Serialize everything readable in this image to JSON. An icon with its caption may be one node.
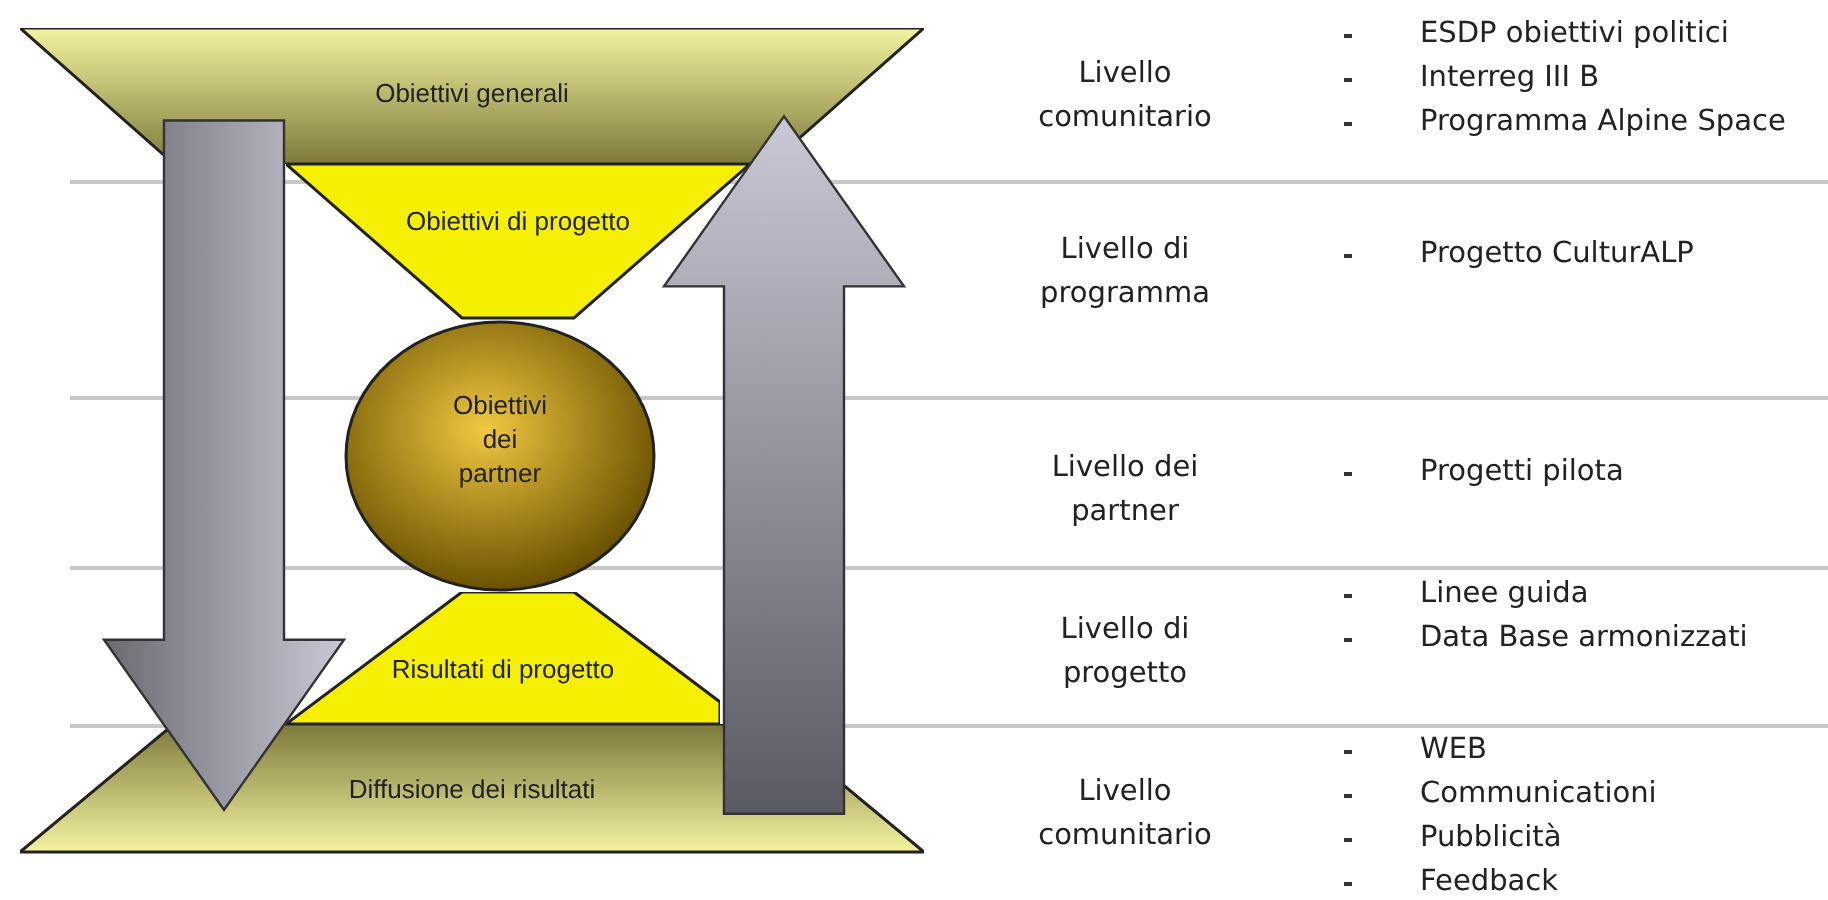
{
  "diagram": {
    "nodes": [
      {
        "text": [
          "Obiettivi generali"
        ]
      },
      {
        "text": [
          "Obiettivi di progetto"
        ]
      },
      {
        "text": [
          "Obiettivi dei partner"
        ]
      },
      {
        "text": [
          "Risultati di progetto"
        ]
      },
      {
        "text": [
          "Diffusione dei risultati"
        ]
      }
    ],
    "edges": [
      {
        "from": 0,
        "to": 4,
        "arrow": "to"
      },
      {
        "from": 4,
        "to": 0,
        "arrow": "to"
      }
    ],
    "labels": [
      "Livello comunitario",
      "ESDP obiettivi politici",
      "Interreg III B",
      "Programma Alpine Space",
      "Livello di programma",
      "Progetto CulturALP",
      "Livello dei partner",
      "Progetti pilota",
      "Livello di progetto",
      "Linee guida",
      "Data Base armonizzati",
      "Livello comunitario",
      "WEB",
      "Communicationi",
      "Pubblicità",
      "Feedback"
    ]
  }
}
